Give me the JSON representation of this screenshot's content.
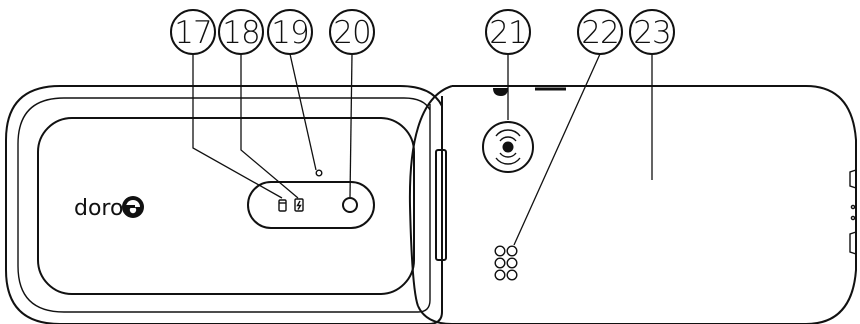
{
  "brand": {
    "logo_text": "doro"
  },
  "callouts": [
    {
      "id": "c17",
      "number": "17",
      "name": "callout-17"
    },
    {
      "id": "c18",
      "number": "18",
      "name": "callout-18"
    },
    {
      "id": "c19",
      "number": "19",
      "name": "callout-19"
    },
    {
      "id": "c20",
      "number": "20",
      "name": "callout-20"
    },
    {
      "id": "c21",
      "number": "21",
      "name": "callout-21"
    },
    {
      "id": "c22",
      "number": "22",
      "name": "callout-22"
    },
    {
      "id": "c23",
      "number": "23",
      "name": "callout-23"
    }
  ]
}
